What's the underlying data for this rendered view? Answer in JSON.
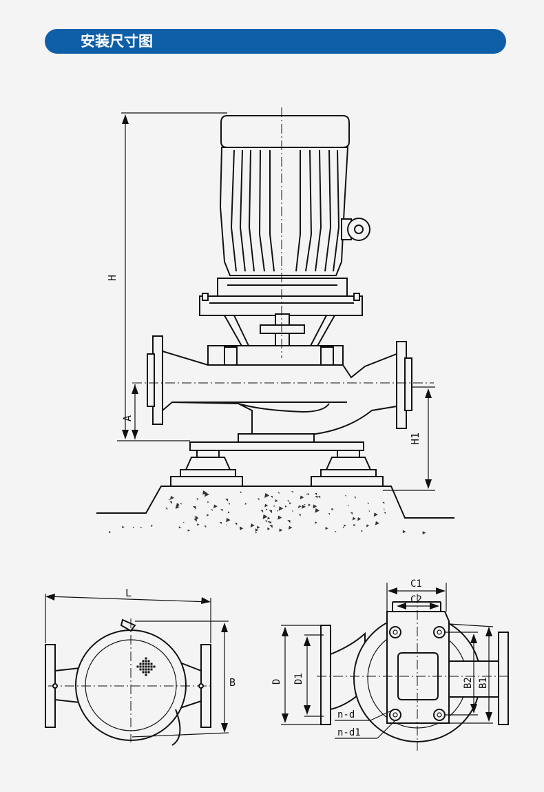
{
  "header": {
    "title": "安装尺寸图"
  },
  "elevation": {
    "labels": {
      "H": "H",
      "A": "A",
      "H1": "H1"
    }
  },
  "plan_view": {
    "labels": {
      "L": "L",
      "B": "B"
    }
  },
  "side_view": {
    "labels": {
      "C1": "C1",
      "C2": "C2",
      "D": "D",
      "D1": "D1",
      "B2": "B2",
      "B1": "B1",
      "nd": "n-d",
      "nd1": "n-d1"
    }
  },
  "colors": {
    "header_bg": "#0e5ea8",
    "header_text": "#ffffff",
    "line": "#111111",
    "background": "#f4f4f4"
  }
}
